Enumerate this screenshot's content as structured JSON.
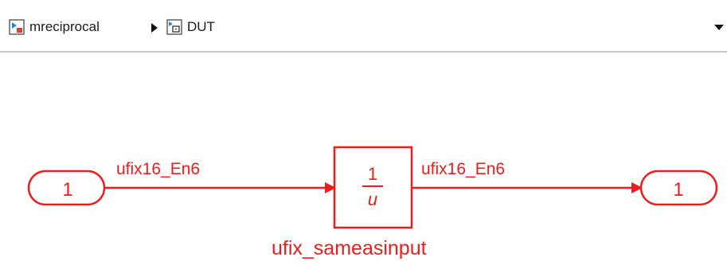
{
  "breadcrumb": {
    "root_label": "mreciprocal",
    "child_label": "DUT",
    "root_icon": "model-icon",
    "child_icon": "subsystem-icon",
    "separator_icon": "chevron-right-icon",
    "menu_icon": "chevron-down-icon"
  },
  "diagram": {
    "inport_label": "1",
    "outport_label": "1",
    "block_numerator": "1",
    "block_denominator": "u",
    "block_name": "ufix_sameasinput",
    "input_signal_label": "ufix16_En6",
    "output_signal_label": "ufix16_En6",
    "colors": {
      "highlight": "#ee1c1c",
      "toolbar_border": "#c8c8c8"
    }
  }
}
